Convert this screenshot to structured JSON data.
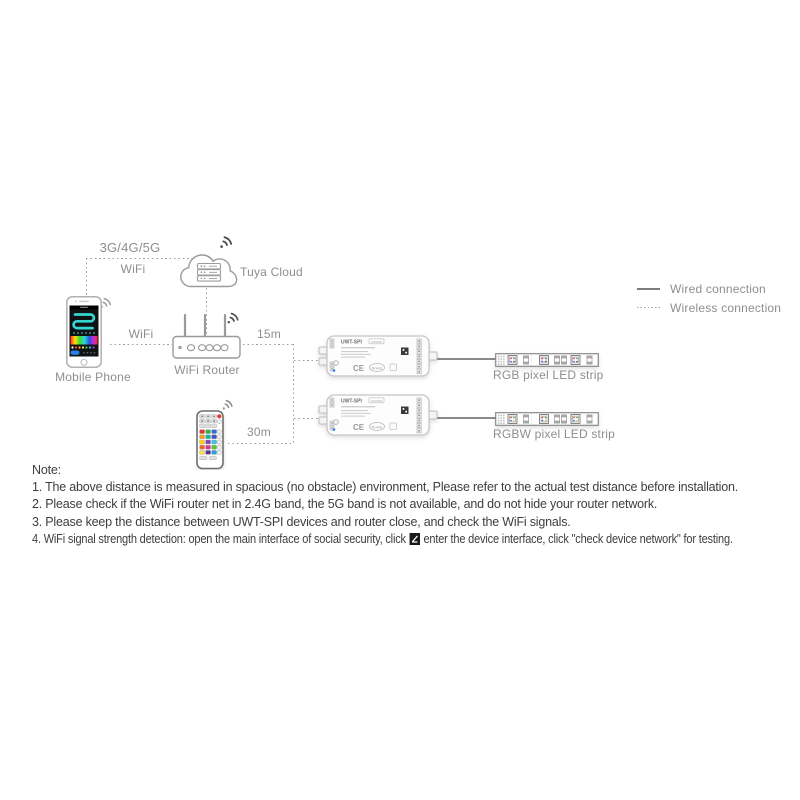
{
  "legend": {
    "wired": "Wired connection",
    "wireless": "Wireless connection"
  },
  "labels": {
    "mobile_phone": "Mobile Phone",
    "wifi_router": "WiFi Router",
    "tuya_cloud": "Tuya Cloud",
    "rgb_strip": "RGB pixel LED strip",
    "rgbw_strip": "RGBW pixel LED strip"
  },
  "connections": {
    "cellular": "3G/4G/5G",
    "cellular_wifi": "WiFi",
    "phone_router": "WiFi",
    "router_range": "15m",
    "remote_range": "30m"
  },
  "controller": {
    "model": "UWT-SPI",
    "ce_mark": "CE",
    "rohs_mark": "RoHS"
  },
  "notes": {
    "title": "Note:",
    "line1": "1. The above distance is measured in spacious (no obstacle) environment, Please refer to the actual test distance before installation.",
    "line2": "2. Please check if the WiFi router net in 2.4G band, the 5G band is not available, and do not hide your router network.",
    "line3": "3. Please keep the distance between UWT-SPI devices and router close, and check the WiFi signals.",
    "line4_before_icon": "4. WiFi signal strength detection: open the main interface of social security, click",
    "line4_after_icon": "enter the device interface, click \"check device network\" for testing."
  },
  "colors": {
    "dashed_line_gray": "#9e9e9e",
    "wire_gray": "#8a8a8a",
    "label_gray": "#8e8e8e",
    "note_text": "#3e3e3e",
    "phone_strip_cyan": "#35d6cf",
    "app_button_blue": "#2b7de0",
    "remote_red": "#e2382c",
    "remote_green": "#36b24a",
    "remote_blue": "#2e6fe0"
  }
}
